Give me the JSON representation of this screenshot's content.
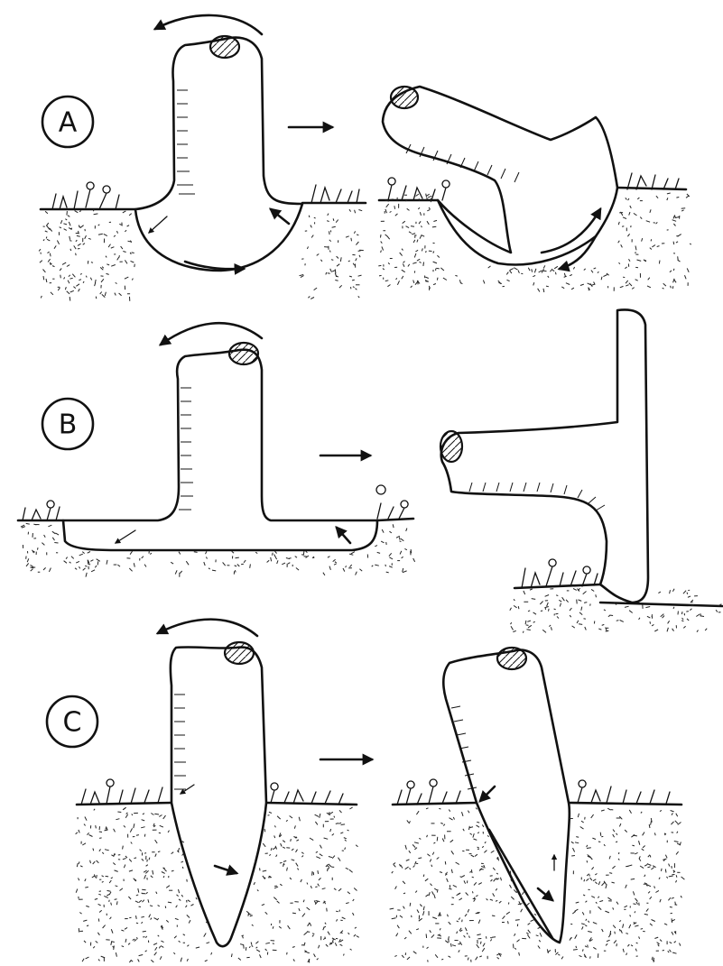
{
  "panels": [
    {
      "id": "A",
      "label": "A"
    },
    {
      "id": "B",
      "label": "B"
    },
    {
      "id": "C",
      "label": "C"
    }
  ],
  "colors": {
    "ink": "#111111",
    "paper": "#ffffff"
  }
}
